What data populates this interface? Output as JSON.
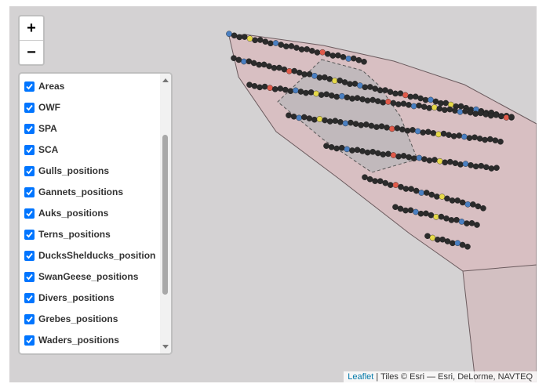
{
  "map": {
    "zoom_in_label": "+",
    "zoom_out_label": "−",
    "layers": [
      {
        "label": "Areas",
        "checked": true
      },
      {
        "label": "OWF",
        "checked": true
      },
      {
        "label": "SPA",
        "checked": true
      },
      {
        "label": "SCA",
        "checked": true
      },
      {
        "label": "Gulls_positions",
        "checked": true
      },
      {
        "label": "Gannets_positions",
        "checked": true
      },
      {
        "label": "Auks_positions",
        "checked": true
      },
      {
        "label": "Terns_positions",
        "checked": true
      },
      {
        "label": "DucksShelducks_position",
        "checked": true
      },
      {
        "label": "SwanGeese_positions",
        "checked": true
      },
      {
        "label": "Divers_positions",
        "checked": true
      },
      {
        "label": "Grebes_positions",
        "checked": true
      },
      {
        "label": "Waders_positions",
        "checked": true
      }
    ],
    "attribution": {
      "link": "Leaflet",
      "text": " | Tiles © Esri — Esri, DeLorme, NAVTEQ"
    },
    "colors": {
      "background": "#d4d2d3",
      "area_fill": "#d8bfc2",
      "owf_fill": "#bdb7bb",
      "dot": "#2b2b2b",
      "dot_accents": [
        "#4a7fc1",
        "#e5d84a",
        "#e05a4a"
      ]
    }
  }
}
